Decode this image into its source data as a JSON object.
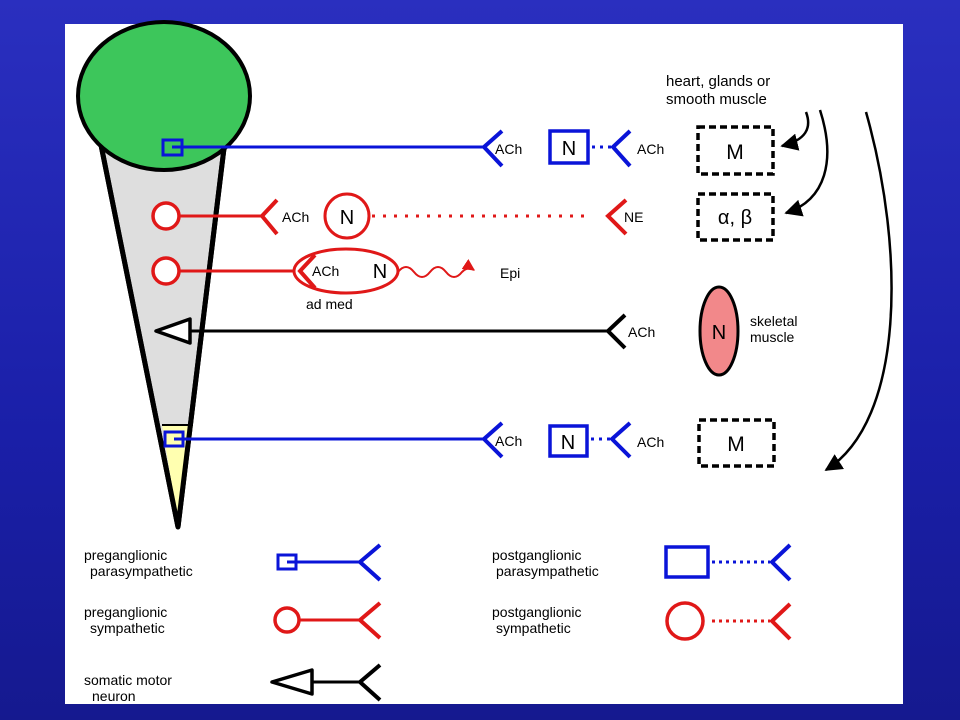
{
  "colors": {
    "background": "#1a1fa8",
    "parasympathetic": "#0a14d8",
    "sympathetic": "#e01818",
    "somatic": "#000000",
    "cns_head": "#3dc65b",
    "cns_body": "#dedede",
    "sacral": "#ffffb0",
    "skeletal_muscle": "#f2888a"
  },
  "effectors": {
    "heart_label_line1": "heart, glands or",
    "heart_label_line2": "smooth muscle",
    "muscarinic": "M",
    "adrenergic": "α, β",
    "skeletal_line1": "skeletal",
    "skeletal_line2": "muscle",
    "nicotinic": "N"
  },
  "pathways": {
    "ach": "ACh",
    "ne": "NE",
    "epi": "Epi",
    "ganglion": "N",
    "adrenal": "ad med"
  },
  "legend": {
    "pre_para_1": "preganglionic",
    "pre_para_2": "parasympathetic",
    "post_para_1": "postganglionic",
    "post_para_2": "parasympathetic",
    "pre_symp_1": "preganglionic",
    "pre_symp_2": "sympathetic",
    "post_symp_1": "postganglionic",
    "post_symp_2": "sympathetic",
    "somatic_1": "somatic motor",
    "somatic_2": "neuron"
  }
}
